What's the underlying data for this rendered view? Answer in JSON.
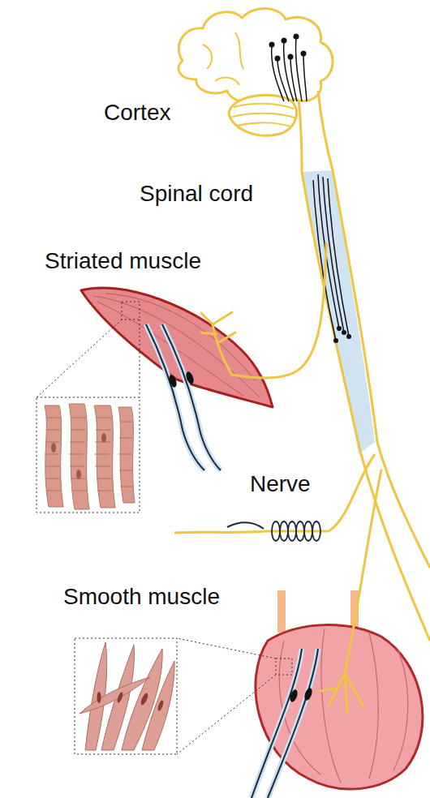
{
  "diagram": {
    "labels": [
      "Cortex",
      "Spinal cord",
      "Striated muscle",
      "Nerve",
      "Smooth muscle"
    ]
  }
}
